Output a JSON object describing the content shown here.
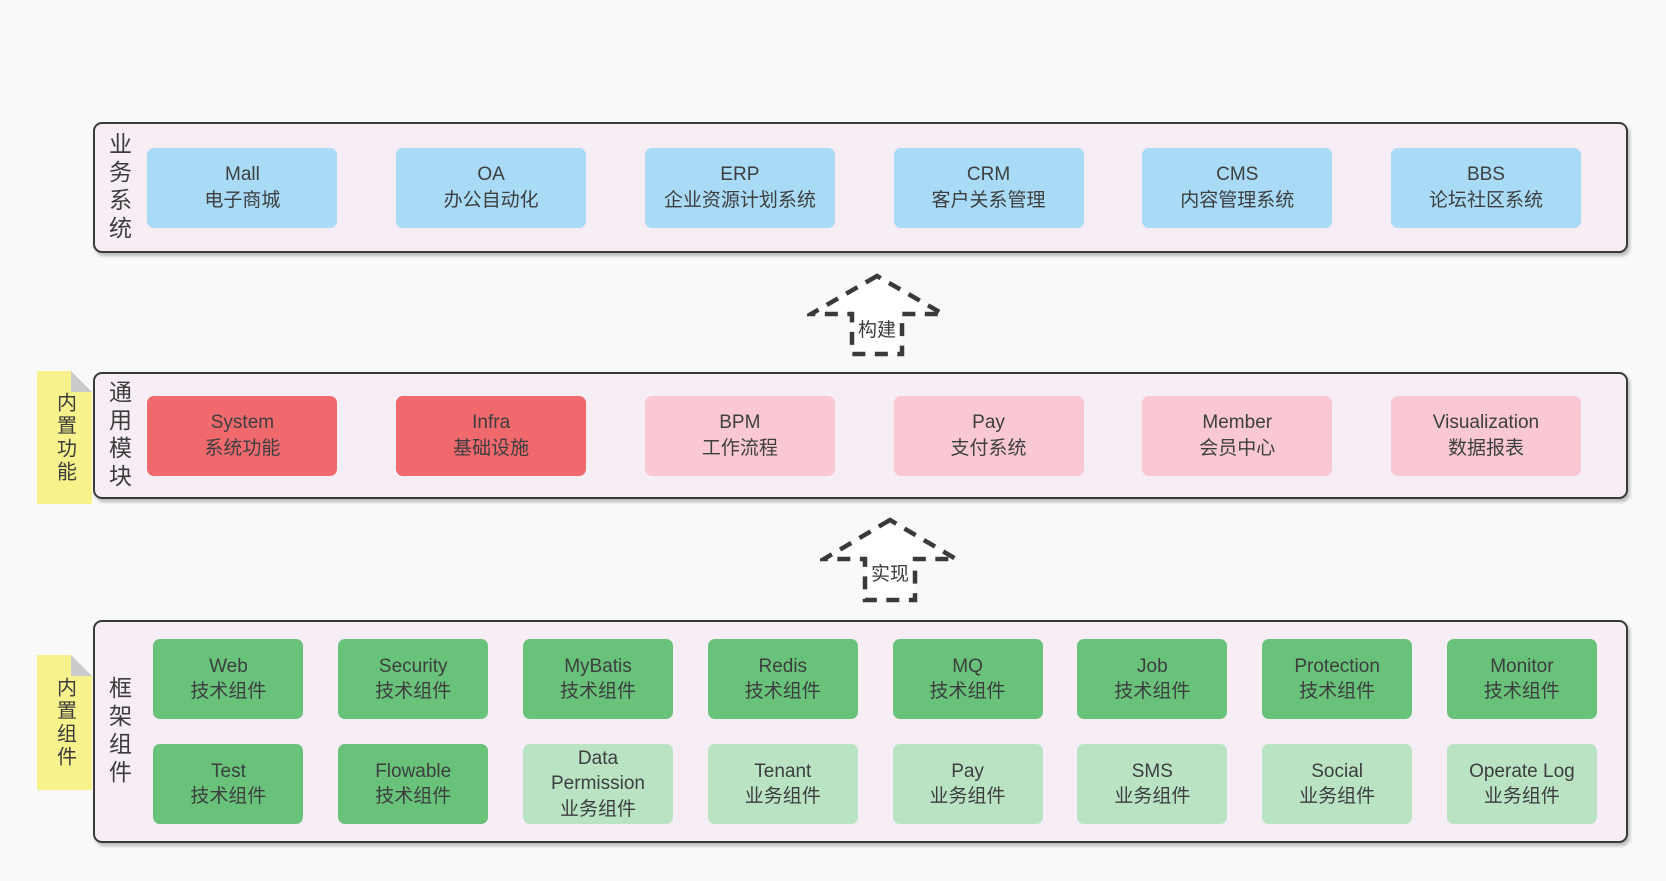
{
  "palette": {
    "page_bg": "#f9f9f9",
    "panel_bg": "#f7edf5",
    "panel_border": "#3a3a3a",
    "box_blue": "#a9dbf6",
    "box_red": "#f0696d",
    "box_pink": "#f9c8d2",
    "box_green": "#68c279",
    "box_green_light": "#b9e3c3",
    "note_yellow": "#f7f28c",
    "note_fold_gray": "#c9cbcd",
    "text": "#3d3e40"
  },
  "arrows": [
    {
      "label": "构建"
    },
    {
      "label": "实现"
    }
  ],
  "panels": [
    {
      "label": "业务系统",
      "rows": [
        [
          {
            "name": "Mall",
            "desc": "电子商城",
            "variant": "blue"
          },
          {
            "name": "OA",
            "desc": "办公自动化",
            "variant": "blue"
          },
          {
            "name": "ERP",
            "desc": "企业资源计划系统",
            "variant": "blue"
          },
          {
            "name": "CRM",
            "desc": "客户关系管理",
            "variant": "blue"
          },
          {
            "name": "CMS",
            "desc": "内容管理系统",
            "variant": "blue"
          },
          {
            "name": "BBS",
            "desc": "论坛社区系统",
            "variant": "blue"
          }
        ]
      ]
    },
    {
      "label": "通用模块",
      "note": "内置功能",
      "rows": [
        [
          {
            "name": "System",
            "desc": "系统功能",
            "variant": "red"
          },
          {
            "name": "Infra",
            "desc": "基础设施",
            "variant": "red"
          },
          {
            "name": "BPM",
            "desc": "工作流程",
            "variant": "pink"
          },
          {
            "name": "Pay",
            "desc": "支付系统",
            "variant": "pink"
          },
          {
            "name": "Member",
            "desc": "会员中心",
            "variant": "pink"
          },
          {
            "name": "Visualization",
            "desc": "数据报表",
            "variant": "pink"
          }
        ]
      ]
    },
    {
      "label": "框架组件",
      "note": "内置组件",
      "rows": [
        [
          {
            "name": "Web",
            "desc": "技术组件",
            "variant": "green"
          },
          {
            "name": "Security",
            "desc": "技术组件",
            "variant": "green"
          },
          {
            "name": "MyBatis",
            "desc": "技术组件",
            "variant": "green"
          },
          {
            "name": "Redis",
            "desc": "技术组件",
            "variant": "green"
          },
          {
            "name": "MQ",
            "desc": "技术组件",
            "variant": "green"
          },
          {
            "name": "Job",
            "desc": "技术组件",
            "variant": "green"
          },
          {
            "name": "Protection",
            "desc": "技术组件",
            "variant": "green"
          },
          {
            "name": "Monitor",
            "desc": "技术组件",
            "variant": "green"
          }
        ],
        [
          {
            "name": "Test",
            "desc": "技术组件",
            "variant": "green"
          },
          {
            "name": "Flowable",
            "desc": "技术组件",
            "variant": "green"
          },
          {
            "name": "Data Permission",
            "desc": "业务组件",
            "variant": "green-light"
          },
          {
            "name": "Tenant",
            "desc": "业务组件",
            "variant": "green-light"
          },
          {
            "name": "Pay",
            "desc": "业务组件",
            "variant": "green-light"
          },
          {
            "name": "SMS",
            "desc": "业务组件",
            "variant": "green-light"
          },
          {
            "name": "Social",
            "desc": "业务组件",
            "variant": "green-light"
          },
          {
            "name": "Operate Log",
            "desc": "业务组件",
            "variant": "green-light"
          }
        ]
      ]
    }
  ]
}
